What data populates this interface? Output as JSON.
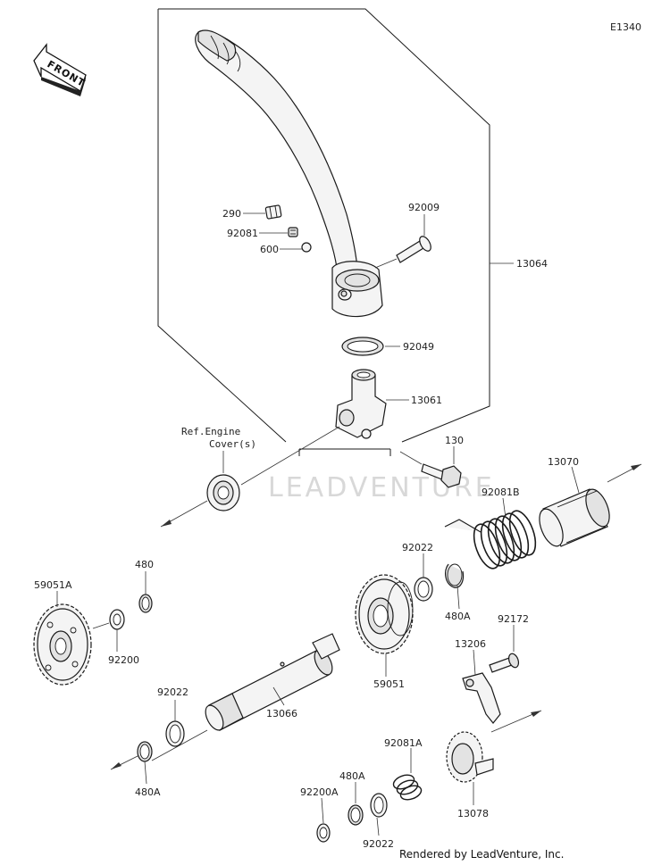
{
  "diagram_code": "E1340",
  "front_label": "FRONT",
  "reference_note": [
    "Ref.Engine",
    "Cover(s)"
  ],
  "watermark": "LEADVENTURE",
  "footer": "Rendered by LeadVenture, Inc.",
  "parts": {
    "p290": "290",
    "p92081": "92081",
    "p600": "600",
    "p92009": "92009",
    "p13064": "13064",
    "p92049": "92049",
    "p13061": "13061",
    "p130": "130",
    "p13070": "13070",
    "p92081B": "92081B",
    "p92022_top": "92022",
    "p480A_right": "480A",
    "p59051": "59051",
    "p92172": "92172",
    "p13206": "13206",
    "p480": "480",
    "p59051A": "59051A",
    "p92200": "92200",
    "p92022_left": "92022",
    "p13066": "13066",
    "p480A_left": "480A",
    "p92081A": "92081A",
    "p480A_bottom": "480A",
    "p92200A": "92200A",
    "p92022_bottom": "92022",
    "p13078": "13078"
  }
}
